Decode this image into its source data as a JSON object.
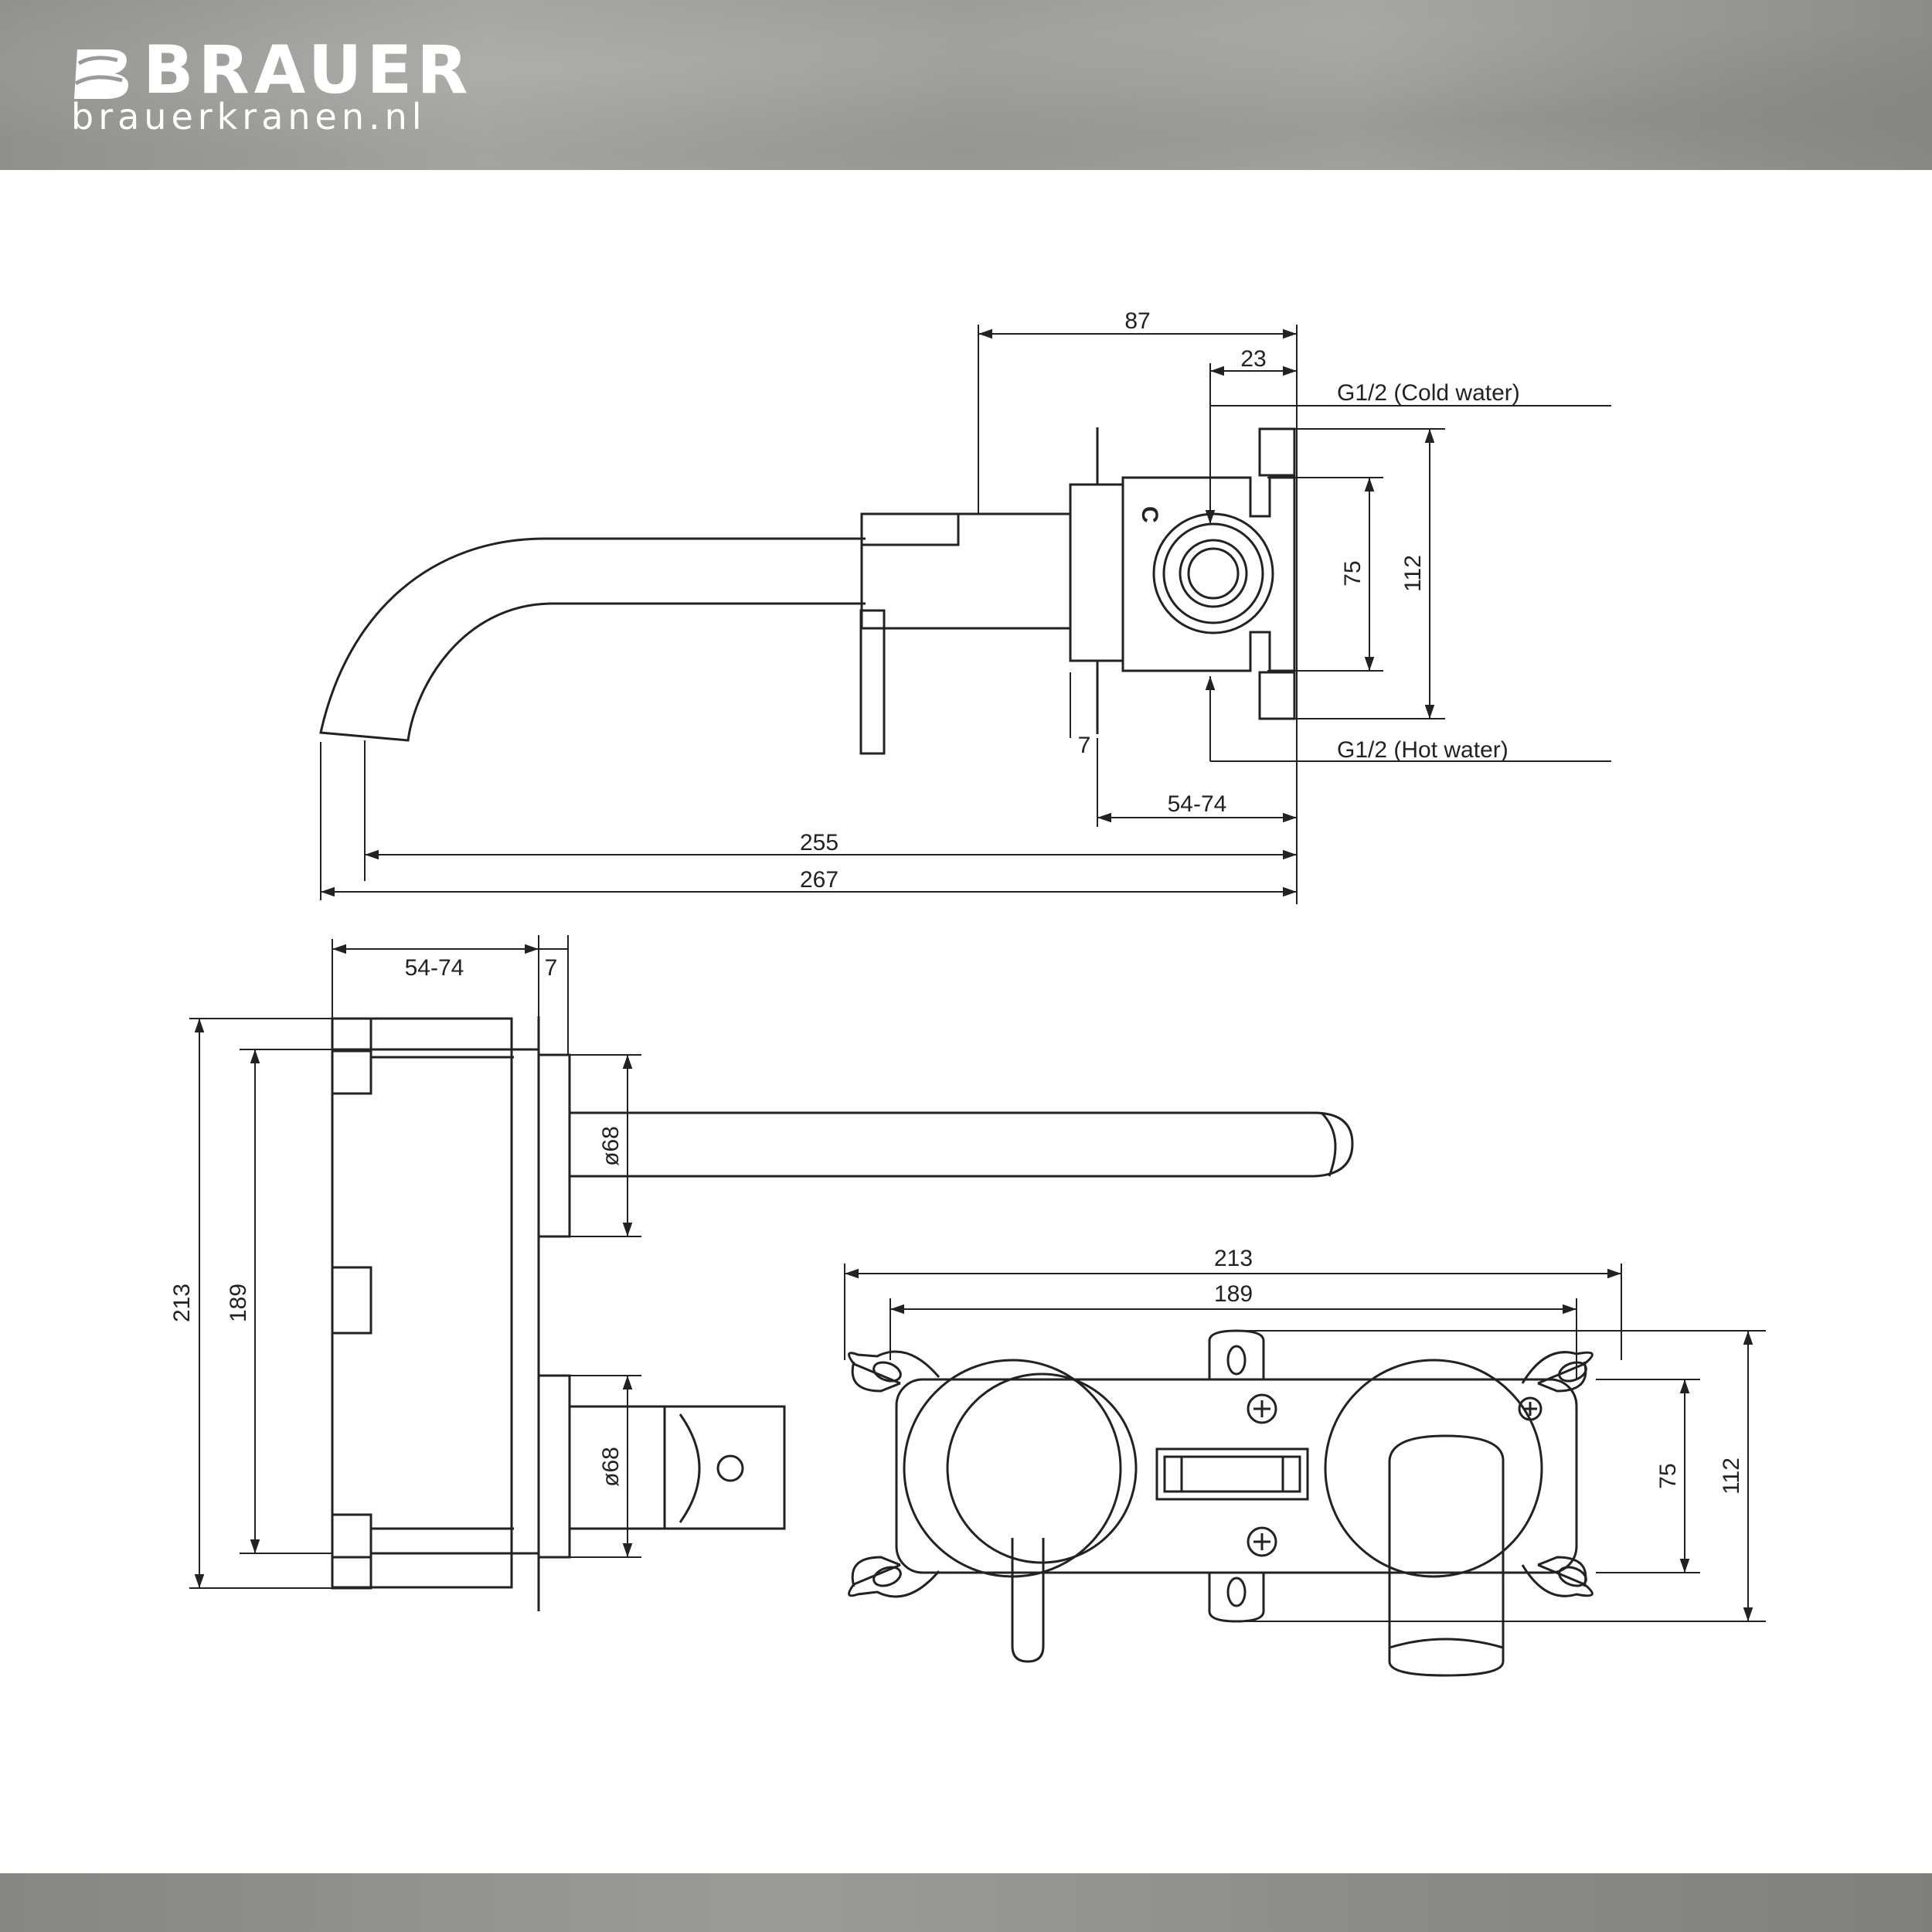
{
  "header": {
    "brand": "BRAUER",
    "website": "brauerkranen.nl",
    "logo_icon": "brauer-b-logo-icon"
  },
  "side_view": {
    "dim_total_depth": "87",
    "dim_inlet_offset": "23",
    "cold_inlet_label": "G1/2 (Cold water)",
    "hot_inlet_label": "G1/2 (Hot water)",
    "cold_marker": "C",
    "dim_inlet_spacing": "75",
    "dim_body_height": "112",
    "dim_plate_thickness": "7",
    "dim_wall_depth": "54-74",
    "dim_spout_reach_inner": "255",
    "dim_spout_reach_outer": "267"
  },
  "top_view": {
    "dim_wall_depth": "54-74",
    "dim_plate_thickness": "7",
    "dim_total_height": "213",
    "dim_inner_height": "189",
    "dim_spout_rosette": "ø68",
    "dim_handle_rosette": "ø68"
  },
  "front_view": {
    "dim_total_width": "213",
    "dim_inner_width": "189",
    "dim_inlet_spacing": "75",
    "dim_body_height": "112"
  },
  "colors": {
    "line": "#222222",
    "header_bg": "#9a9a96",
    "brand_text": "#ffffff"
  }
}
